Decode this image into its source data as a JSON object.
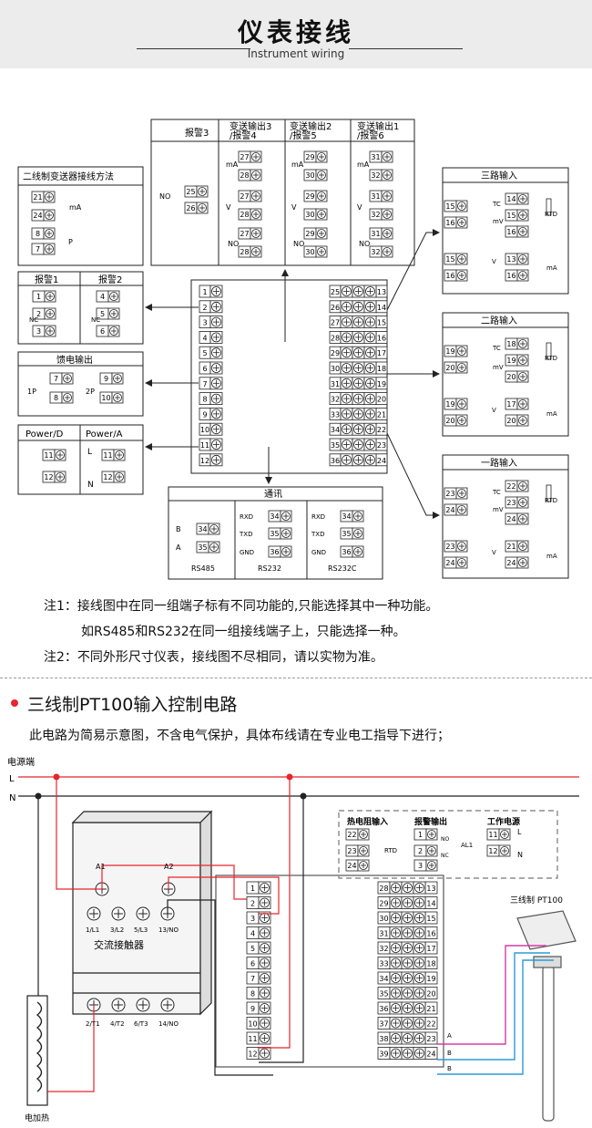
{
  "header": {
    "title": "仪表接线",
    "subtitle": "Instrument wiring"
  },
  "top": {
    "alarm3": "报警3",
    "tx3_l1": "变送输出3",
    "tx3_l2": "/报警4",
    "tx2_l1": "变送输出2",
    "tx2_l2": "/报警5",
    "tx1_l1": "变送输出1",
    "tx1_l2": "/报警6",
    "mA": "mA",
    "V": "V",
    "NO": "NO"
  },
  "two_wire": {
    "title": "二线制变送器接线方法",
    "mA": "mA",
    "P": "P"
  },
  "alarm12": {
    "a1": "报警1",
    "a2": "报警2",
    "NC": "NC"
  },
  "feed": {
    "title": "馈电输出",
    "p1": "1P",
    "p2": "2P"
  },
  "power": {
    "d": "Power/D",
    "a": "Power/A",
    "L": "L",
    "N": "N"
  },
  "comm": {
    "title": "通讯",
    "B": "B",
    "A": "A",
    "rs485": "RS485",
    "rs232": "RS232",
    "rs232c": "RS232C",
    "rxd": "RXD",
    "txd": "TXD",
    "gnd": "GND"
  },
  "inputs": {
    "three": "三路输入",
    "two": "二路输入",
    "one": "一路输入",
    "TC": "TC",
    "mV": "mV",
    "V": "V",
    "mA": "mA",
    "RTD": "RTD"
  },
  "notes": {
    "n1a": "注1：接线图中在同一组端子标有不同功能的,只能选择其中一种功能。",
    "n1b": "如RS485和RS232在同一组接线端子上，只能选择一种。",
    "n2": "注2：不同外形尺寸仪表，接线图不尽相同，请以实物为准。"
  },
  "section": {
    "title": "三线制PT100输入控制电路",
    "desc": "此电路为简易示意图，不含电气保护，具体布线请在专业电工指导下进行；"
  },
  "circuit": {
    "power": "电源端",
    "L": "L",
    "N": "N",
    "rtd_in": "热电阻输入",
    "alarm_out": "报警输出",
    "work_pw": "工作电源",
    "RTD": "RTD",
    "AL1": "AL1",
    "NO": "NO",
    "NC": "NC",
    "contactor": "交流接触器",
    "a1": "A1",
    "a2": "A2",
    "c1": "1/L1",
    "c2": "3/L2",
    "c3": "5/L3",
    "c4": "13/NO",
    "c5": "2/T1",
    "c6": "4/T2",
    "c7": "6/T3",
    "c8": "14/NO",
    "pt100": "三线制 PT100",
    "A": "A",
    "B": "B",
    "heater": "电加热"
  },
  "colors": {
    "red": "#e6262d",
    "magenta": "#d63ca6",
    "blue": "#2a9bd8"
  }
}
